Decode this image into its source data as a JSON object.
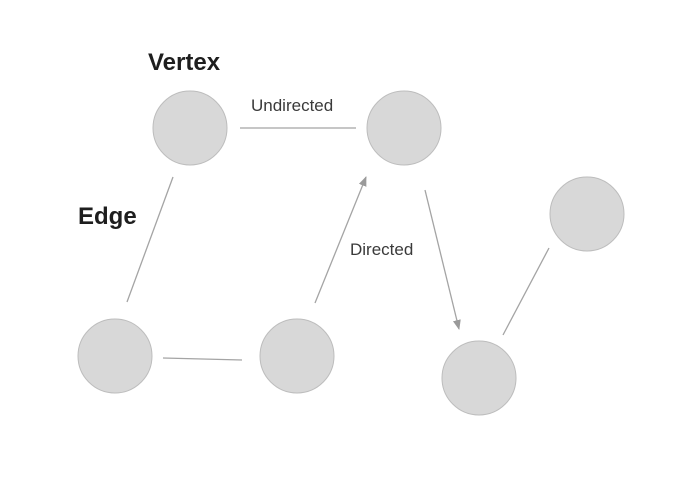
{
  "labels": {
    "vertex": "Vertex",
    "edge": "Edge",
    "undirected": "Undirected",
    "directed": "Directed"
  },
  "colors": {
    "vertex_fill": "#d8d8d8",
    "vertex_stroke": "#bdbdbd",
    "edge": "#a4a4a4",
    "label": "#1e1e1e"
  },
  "graph": {
    "vertices": [
      "v1",
      "v2",
      "v3",
      "v4",
      "v5",
      "v6"
    ],
    "edges": [
      {
        "from": "v1",
        "to": "v2",
        "directed": false
      },
      {
        "from": "v1",
        "to": "v3",
        "directed": false
      },
      {
        "from": "v3",
        "to": "v4",
        "directed": false
      },
      {
        "from": "v4",
        "to": "v2",
        "directed": true
      },
      {
        "from": "v2",
        "to": "v5",
        "directed": true
      },
      {
        "from": "v5",
        "to": "v6",
        "directed": false
      }
    ]
  }
}
